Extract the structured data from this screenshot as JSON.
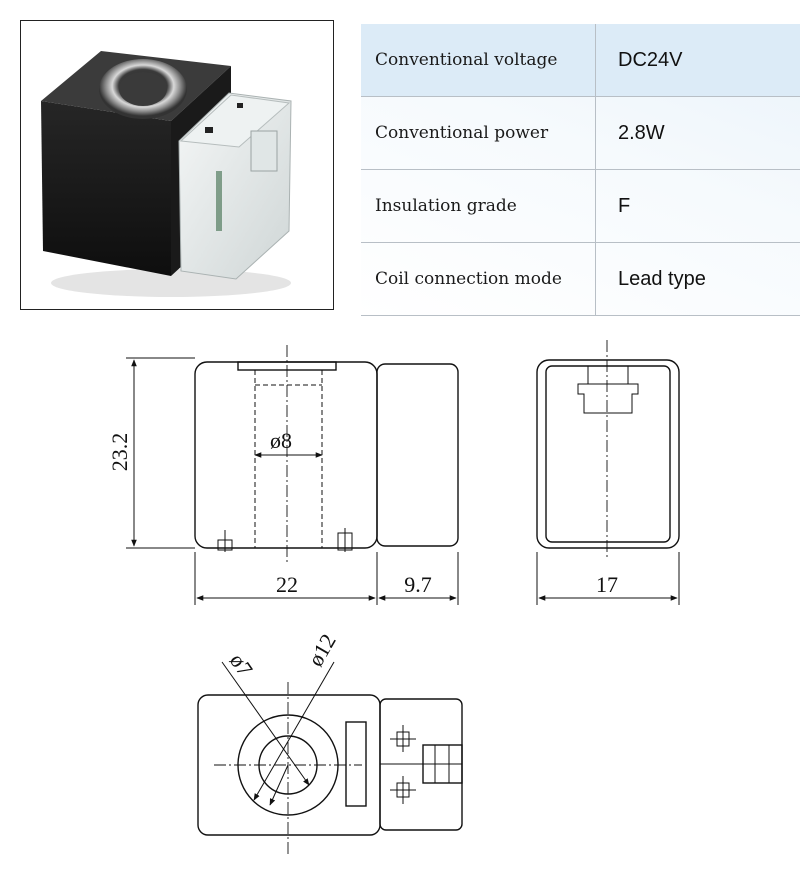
{
  "specs": [
    {
      "label": "Conventional voltage",
      "value": "DC24V"
    },
    {
      "label": "Conventional power",
      "value": "2.8W"
    },
    {
      "label": "Insulation grade",
      "value": "F"
    },
    {
      "label": "Coil connection mode",
      "value": "Lead type"
    }
  ],
  "dimensions": {
    "height": "23.2",
    "bore": "ø8",
    "body_width": "22",
    "connector_width": "9.7",
    "depth": "17",
    "inner_bore": "ø7",
    "outer_bore": "ø12"
  },
  "colors": {
    "header_row": "#dcebf7",
    "coil_body": "#1c1c1c",
    "connector": "#e8ecec"
  }
}
